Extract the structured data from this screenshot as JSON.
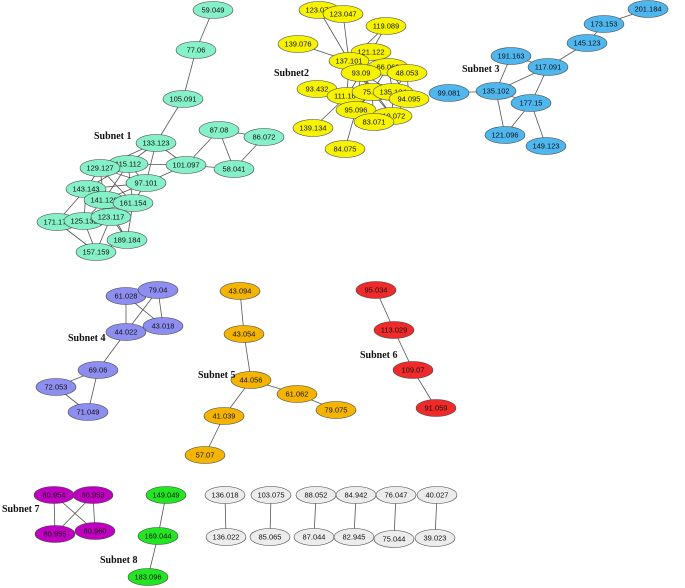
{
  "colors": {
    "teal": "#86f0c8",
    "yellow": "#f6f200",
    "blue": "#4fb6ee",
    "purple": "#8e8ef0",
    "orange": "#f4b400",
    "red": "#ef2a2a",
    "magenta": "#c000c0",
    "green": "#22e622",
    "gray": "#ececec"
  },
  "subnets": [
    {
      "label": "Subnet 1"
    },
    {
      "label": "Subnet2"
    },
    {
      "label": "Subnet 3"
    },
    {
      "label": "Subnet 4"
    },
    {
      "label": "Subnet 5"
    },
    {
      "label": "Subnet 6"
    },
    {
      "label": "Subnet 7"
    },
    {
      "label": "Subnet 8"
    }
  ],
  "nodes": [
    {
      "id": "t1",
      "label": "59.049",
      "c": "teal"
    },
    {
      "id": "t2",
      "label": "77.06",
      "c": "teal"
    },
    {
      "id": "t3",
      "label": "105.091",
      "c": "teal"
    },
    {
      "id": "t4",
      "label": "133.123",
      "c": "teal"
    },
    {
      "id": "t5",
      "label": "87.08",
      "c": "teal"
    },
    {
      "id": "t6",
      "label": "86.072",
      "c": "teal"
    },
    {
      "id": "t7",
      "label": "115.112",
      "c": "teal"
    },
    {
      "id": "t8",
      "label": "129.127",
      "c": "teal"
    },
    {
      "id": "t9",
      "label": "101.097",
      "c": "teal"
    },
    {
      "id": "t10",
      "label": "97.101",
      "c": "teal"
    },
    {
      "id": "t11",
      "label": "58.041",
      "c": "teal"
    },
    {
      "id": "t12",
      "label": "143.143",
      "c": "teal"
    },
    {
      "id": "t13",
      "label": "141.129",
      "c": "teal"
    },
    {
      "id": "t14",
      "label": "161.154",
      "c": "teal"
    },
    {
      "id": "t15",
      "label": "171.173",
      "c": "teal"
    },
    {
      "id": "t16",
      "label": "125.132",
      "c": "teal"
    },
    {
      "id": "t17",
      "label": "123.117",
      "c": "teal"
    },
    {
      "id": "t18",
      "label": "189.184",
      "c": "teal"
    },
    {
      "id": "t19",
      "label": "157.159",
      "c": "teal"
    },
    {
      "id": "y1",
      "label": "123.076",
      "c": "yellow"
    },
    {
      "id": "y2",
      "label": "123.047",
      "c": "yellow"
    },
    {
      "id": "y3",
      "label": "119.089",
      "c": "yellow"
    },
    {
      "id": "y4",
      "label": "139.076",
      "c": "yellow"
    },
    {
      "id": "y5",
      "label": "121.122",
      "c": "yellow"
    },
    {
      "id": "y6",
      "label": "137.101",
      "c": "yellow"
    },
    {
      "id": "y7",
      "label": "66.063",
      "c": "yellow"
    },
    {
      "id": "y8",
      "label": "93.09",
      "c": "yellow"
    },
    {
      "id": "y9",
      "label": "48.053",
      "c": "yellow"
    },
    {
      "id": "y10",
      "label": "93.432",
      "c": "yellow"
    },
    {
      "id": "y11",
      "label": "111.104",
      "c": "yellow"
    },
    {
      "id": "y12",
      "label": "75.08",
      "c": "yellow"
    },
    {
      "id": "y13",
      "label": "135.134",
      "c": "yellow"
    },
    {
      "id": "y14",
      "label": "94.095",
      "c": "yellow"
    },
    {
      "id": "y15",
      "label": "95.096",
      "c": "yellow"
    },
    {
      "id": "y16",
      "label": "119.072",
      "c": "yellow"
    },
    {
      "id": "y17",
      "label": "139.134",
      "c": "yellow"
    },
    {
      "id": "y18",
      "label": "83.071",
      "c": "yellow"
    },
    {
      "id": "y19",
      "label": "84.075",
      "c": "yellow"
    },
    {
      "id": "b1",
      "label": "201.184",
      "c": "blue"
    },
    {
      "id": "b2",
      "label": "173.153",
      "c": "blue"
    },
    {
      "id": "b3",
      "label": "145.123",
      "c": "blue"
    },
    {
      "id": "b4",
      "label": "191.163",
      "c": "blue"
    },
    {
      "id": "b5",
      "label": "117.091",
      "c": "blue"
    },
    {
      "id": "b6",
      "label": "99.081",
      "c": "blue"
    },
    {
      "id": "b7",
      "label": "135.102",
      "c": "blue"
    },
    {
      "id": "b8",
      "label": "177.15",
      "c": "blue"
    },
    {
      "id": "b9",
      "label": "121.096",
      "c": "blue"
    },
    {
      "id": "b10",
      "label": "149.123",
      "c": "blue"
    },
    {
      "id": "p1",
      "label": "61.028",
      "c": "purple"
    },
    {
      "id": "p2",
      "label": "79.04",
      "c": "purple"
    },
    {
      "id": "p3",
      "label": "44.022",
      "c": "purple"
    },
    {
      "id": "p4",
      "label": "43.018",
      "c": "purple"
    },
    {
      "id": "p5",
      "label": "69.06",
      "c": "purple"
    },
    {
      "id": "p6",
      "label": "72.053",
      "c": "purple"
    },
    {
      "id": "p7",
      "label": "71.049",
      "c": "purple"
    },
    {
      "id": "o1",
      "label": "43.094",
      "c": "orange"
    },
    {
      "id": "o2",
      "label": "43.054",
      "c": "orange"
    },
    {
      "id": "o3",
      "label": "44.056",
      "c": "orange"
    },
    {
      "id": "o4",
      "label": "61.062",
      "c": "orange"
    },
    {
      "id": "o5",
      "label": "79.075",
      "c": "orange"
    },
    {
      "id": "o6",
      "label": "41.039",
      "c": "orange"
    },
    {
      "id": "o7",
      "label": "57.07",
      "c": "orange"
    },
    {
      "id": "r1",
      "label": "95.034",
      "c": "red"
    },
    {
      "id": "r2",
      "label": "113.029",
      "c": "red"
    },
    {
      "id": "r3",
      "label": "109.07",
      "c": "red"
    },
    {
      "id": "r4",
      "label": "91.059",
      "c": "red"
    },
    {
      "id": "m1",
      "label": "80.954",
      "c": "magenta"
    },
    {
      "id": "m2",
      "label": "80.953",
      "c": "magenta"
    },
    {
      "id": "m3",
      "label": "80.955",
      "c": "magenta"
    },
    {
      "id": "m4",
      "label": "80.960",
      "c": "magenta"
    },
    {
      "id": "g1",
      "label": "149.049",
      "c": "green"
    },
    {
      "id": "g2",
      "label": "169.044",
      "c": "green"
    },
    {
      "id": "g3",
      "label": "183.096",
      "c": "green"
    },
    {
      "id": "w1",
      "label": "136.018",
      "c": "gray"
    },
    {
      "id": "w2",
      "label": "136.022",
      "c": "gray"
    },
    {
      "id": "w3",
      "label": "103.075",
      "c": "gray"
    },
    {
      "id": "w4",
      "label": "85.065",
      "c": "gray"
    },
    {
      "id": "w5",
      "label": "88.052",
      "c": "gray"
    },
    {
      "id": "w6",
      "label": "87.044",
      "c": "gray"
    },
    {
      "id": "w7",
      "label": "84.942",
      "c": "gray"
    },
    {
      "id": "w8",
      "label": "82.945",
      "c": "gray"
    },
    {
      "id": "w9",
      "label": "76.047",
      "c": "gray"
    },
    {
      "id": "w10",
      "label": "75.044",
      "c": "gray"
    },
    {
      "id": "w11",
      "label": "40.027",
      "c": "gray"
    },
    {
      "id": "w12",
      "label": "39.023",
      "c": "gray"
    }
  ],
  "edges": [
    [
      "t1",
      "t2"
    ],
    [
      "t2",
      "t3"
    ],
    [
      "t3",
      "t4"
    ],
    [
      "t4",
      "t7"
    ],
    [
      "t4",
      "t8"
    ],
    [
      "t4",
      "t10"
    ],
    [
      "t4",
      "t9"
    ],
    [
      "t5",
      "t9"
    ],
    [
      "t5",
      "t6"
    ],
    [
      "t5",
      "t11"
    ],
    [
      "t6",
      "t11"
    ],
    [
      "t9",
      "t11"
    ],
    [
      "t9",
      "t10"
    ],
    [
      "t9",
      "t7"
    ],
    [
      "t7",
      "t8"
    ],
    [
      "t7",
      "t10"
    ],
    [
      "t7",
      "t12"
    ],
    [
      "t7",
      "t13"
    ],
    [
      "t7",
      "t14"
    ],
    [
      "t8",
      "t10"
    ],
    [
      "t8",
      "t12"
    ],
    [
      "t8",
      "t13"
    ],
    [
      "t8",
      "t14"
    ],
    [
      "t10",
      "t13"
    ],
    [
      "t10",
      "t14"
    ],
    [
      "t10",
      "t12"
    ],
    [
      "t12",
      "t13"
    ],
    [
      "t12",
      "t15"
    ],
    [
      "t12",
      "t16"
    ],
    [
      "t12",
      "t17"
    ],
    [
      "t13",
      "t14"
    ],
    [
      "t13",
      "t16"
    ],
    [
      "t13",
      "t17"
    ],
    [
      "t13",
      "t18"
    ],
    [
      "t14",
      "t17"
    ],
    [
      "t14",
      "t18"
    ],
    [
      "t15",
      "t16"
    ],
    [
      "t15",
      "t19"
    ],
    [
      "t16",
      "t17"
    ],
    [
      "t16",
      "t19"
    ],
    [
      "t17",
      "t18"
    ],
    [
      "t17",
      "t19"
    ],
    [
      "t18",
      "t19"
    ],
    [
      "t12",
      "t14"
    ],
    [
      "y1",
      "y6"
    ],
    [
      "y2",
      "y6"
    ],
    [
      "y3",
      "y6"
    ],
    [
      "y3",
      "y5"
    ],
    [
      "y4",
      "y6"
    ],
    [
      "y5",
      "y6"
    ],
    [
      "y5",
      "y7"
    ],
    [
      "y5",
      "y8"
    ],
    [
      "y6",
      "y8"
    ],
    [
      "y6",
      "y11"
    ],
    [
      "y6",
      "y12"
    ],
    [
      "y7",
      "y8"
    ],
    [
      "y7",
      "y9"
    ],
    [
      "y7",
      "y12"
    ],
    [
      "y7",
      "y13"
    ],
    [
      "y7",
      "y14"
    ],
    [
      "y8",
      "y9"
    ],
    [
      "y8",
      "y11"
    ],
    [
      "y8",
      "y12"
    ],
    [
      "y8",
      "y13"
    ],
    [
      "y8",
      "y15"
    ],
    [
      "y9",
      "y13"
    ],
    [
      "y9",
      "y14"
    ],
    [
      "y10",
      "y11"
    ],
    [
      "y10",
      "y15"
    ],
    [
      "y11",
      "y12"
    ],
    [
      "y11",
      "y15"
    ],
    [
      "y11",
      "y17"
    ],
    [
      "y12",
      "y13"
    ],
    [
      "y12",
      "y15"
    ],
    [
      "y12",
      "y16"
    ],
    [
      "y12",
      "y18"
    ],
    [
      "y13",
      "y14"
    ],
    [
      "y13",
      "y16"
    ],
    [
      "y14",
      "y16"
    ],
    [
      "y15",
      "y18"
    ],
    [
      "y15",
      "y19"
    ],
    [
      "y16",
      "y18"
    ],
    [
      "y11",
      "y13"
    ],
    [
      "y12",
      "y14"
    ],
    [
      "y8",
      "y16"
    ],
    [
      "y15",
      "y16"
    ],
    [
      "b1",
      "b2"
    ],
    [
      "b2",
      "b3"
    ],
    [
      "b3",
      "b5"
    ],
    [
      "b4",
      "b5"
    ],
    [
      "b4",
      "b7"
    ],
    [
      "b5",
      "b7"
    ],
    [
      "b5",
      "b8"
    ],
    [
      "b6",
      "b7"
    ],
    [
      "b7",
      "b8"
    ],
    [
      "b7",
      "b9"
    ],
    [
      "b8",
      "b9"
    ],
    [
      "b8",
      "b10"
    ],
    [
      "p1",
      "p2"
    ],
    [
      "p1",
      "p3"
    ],
    [
      "p1",
      "p4"
    ],
    [
      "p2",
      "p3"
    ],
    [
      "p2",
      "p4"
    ],
    [
      "p3",
      "p4"
    ],
    [
      "p3",
      "p5"
    ],
    [
      "p5",
      "p6"
    ],
    [
      "p5",
      "p7"
    ],
    [
      "p6",
      "p7"
    ],
    [
      "o1",
      "o2"
    ],
    [
      "o2",
      "o3"
    ],
    [
      "o3",
      "o4"
    ],
    [
      "o4",
      "o5"
    ],
    [
      "o3",
      "o6"
    ],
    [
      "o6",
      "o7"
    ],
    [
      "r1",
      "r2"
    ],
    [
      "r2",
      "r3"
    ],
    [
      "r3",
      "r4"
    ],
    [
      "m1",
      "m2"
    ],
    [
      "m1",
      "m3"
    ],
    [
      "m1",
      "m4"
    ],
    [
      "m2",
      "m3"
    ],
    [
      "m2",
      "m4"
    ],
    [
      "m3",
      "m4"
    ],
    [
      "g1",
      "g2"
    ],
    [
      "g2",
      "g3"
    ],
    [
      "w1",
      "w2"
    ],
    [
      "w3",
      "w4"
    ],
    [
      "w5",
      "w6"
    ],
    [
      "w7",
      "w8"
    ],
    [
      "w9",
      "w10"
    ],
    [
      "w11",
      "w12"
    ]
  ]
}
